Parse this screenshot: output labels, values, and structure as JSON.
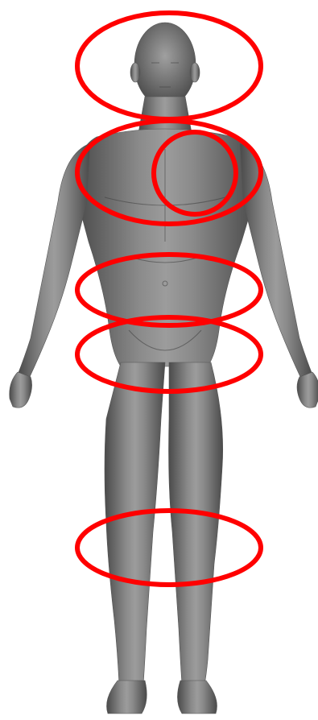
{
  "figure": {
    "subject": "human-body-front-view",
    "body_color": "#6e6e6e",
    "body_highlight": "#9a9a9a",
    "body_shadow": "#3f3f3f",
    "marker_color": "#ff0000"
  },
  "regions": [
    {
      "name": "head"
    },
    {
      "name": "chest"
    },
    {
      "name": "left-pectoral"
    },
    {
      "name": "abdomen"
    },
    {
      "name": "pelvis"
    },
    {
      "name": "knees"
    }
  ]
}
